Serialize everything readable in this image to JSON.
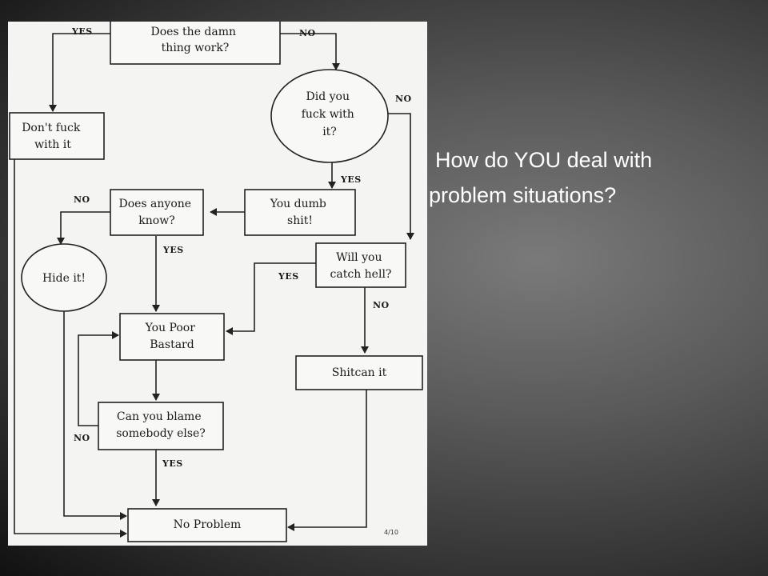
{
  "caption": {
    "line1": "How do YOU deal with",
    "line2": "problem situations?"
  },
  "flowchart": {
    "nodes": {
      "work": [
        "Does the damn",
        "thing work?"
      ],
      "fuck": [
        "Did you",
        "fuck with",
        "it?"
      ],
      "dont": [
        "Don't fuck",
        "with it"
      ],
      "dumb": [
        "You dumb",
        "shit!"
      ],
      "anyone": [
        "Does anyone",
        "know?"
      ],
      "hide": [
        "Hide it!"
      ],
      "hell": [
        "Will you",
        "catch hell?"
      ],
      "poor": [
        "You Poor",
        "Bastard"
      ],
      "shitcan": [
        "Shitcan it"
      ],
      "blame": [
        "Can you blame",
        "somebody else?"
      ],
      "noproblem": [
        "No Problem"
      ]
    },
    "edges": {
      "work_yes": "YES",
      "work_no": "NO",
      "fuck_no": "NO",
      "fuck_yes": "YES",
      "anyone_no": "NO",
      "anyone_yes": "YES",
      "hell_yes": "YES",
      "hell_no": "NO",
      "blame_no": "NO",
      "blame_yes": "YES"
    },
    "page_number": "4/10"
  }
}
